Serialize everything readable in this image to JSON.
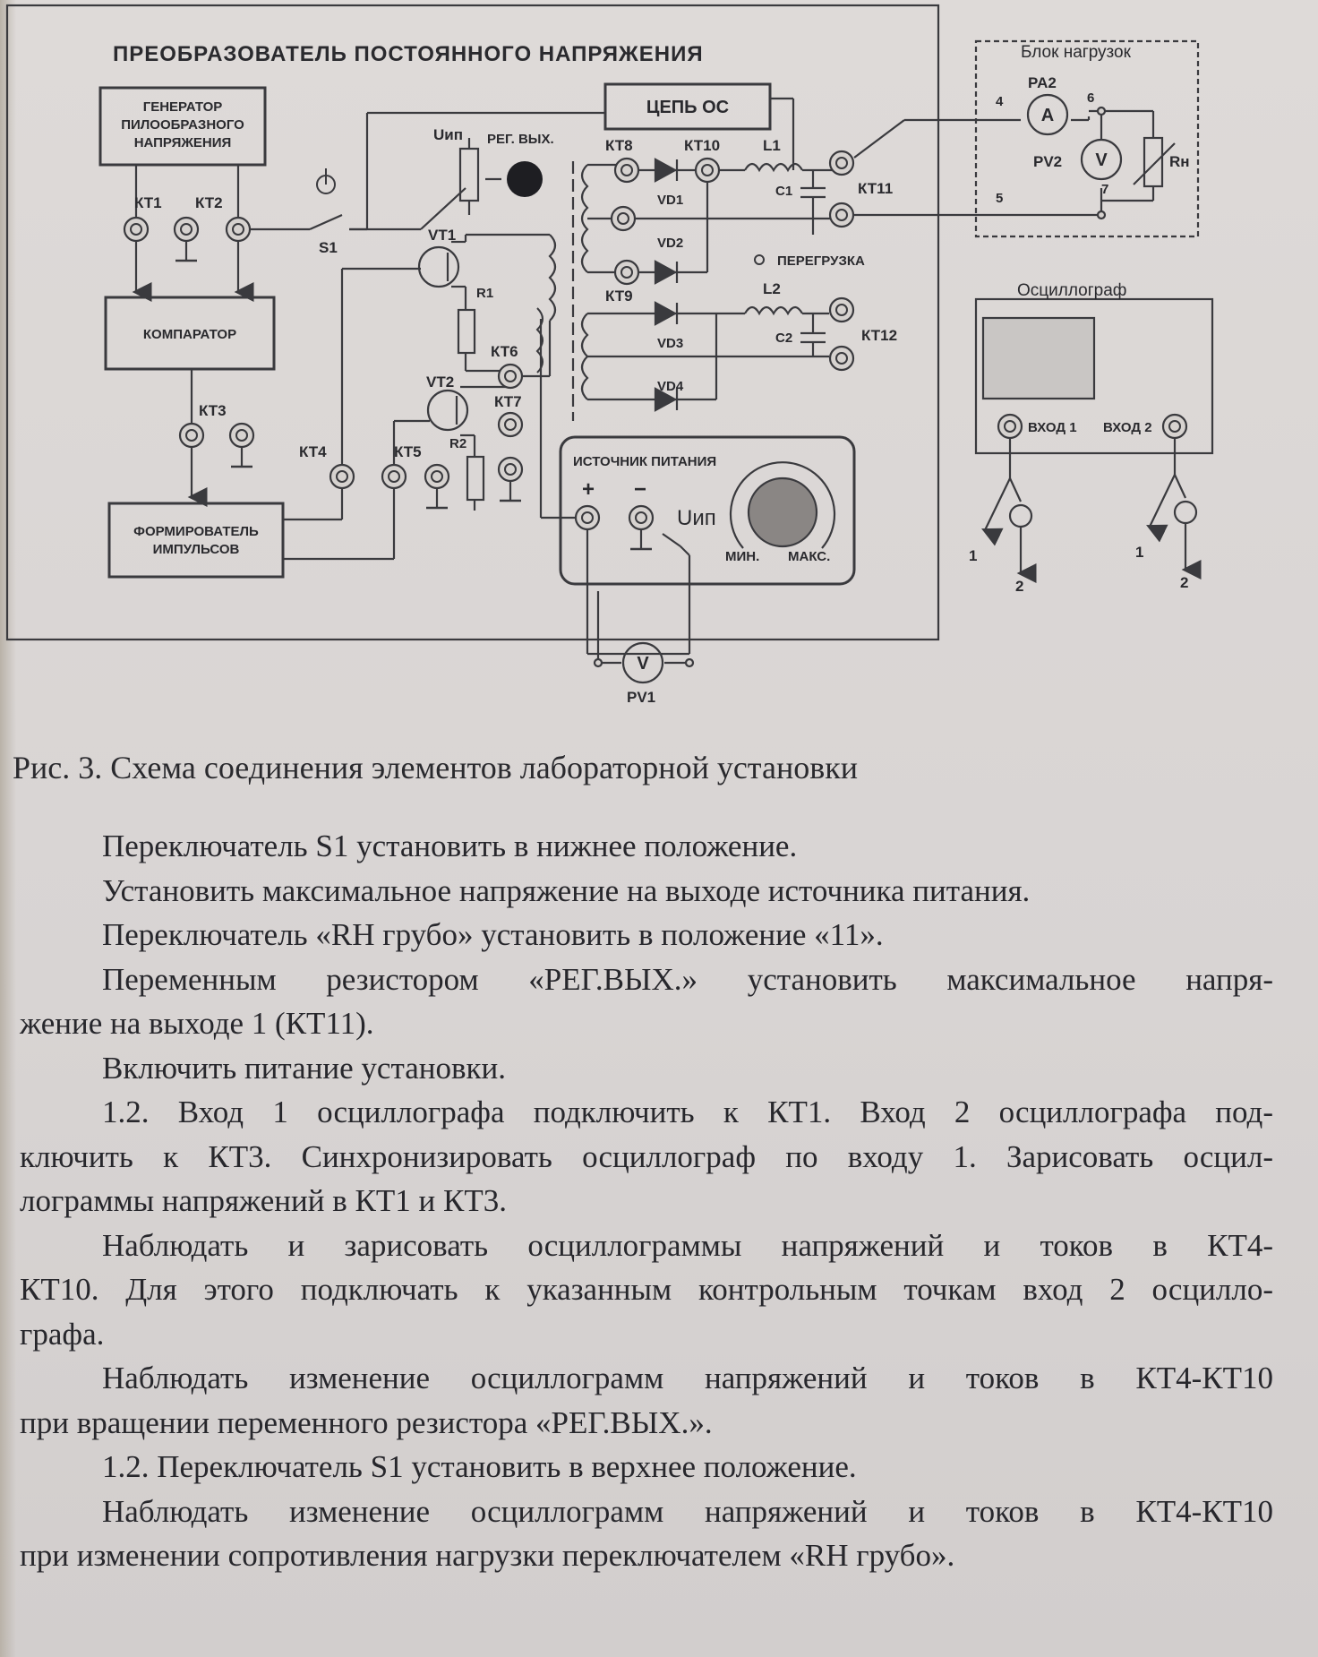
{
  "figure": {
    "title": "ПРЕОБРАЗОВАТЕЛЬ ПОСТОЯННОГО НАПРЯЖЕНИЯ",
    "blocks": {
      "generator": [
        "ГЕНЕРАТОР",
        "ПИЛООБРАЗНОГО",
        "НАПРЯЖЕНИЯ"
      ],
      "comparator": "КОМПАРАТОР",
      "pulse_former": [
        "ФОРМИРОВАТЕЛЬ",
        "ИМПУЛЬСОВ"
      ],
      "feedback": "ЦЕПЬ ОС",
      "power_supply": "ИСТОЧНИК ПИТАНИЯ",
      "load_block": "Блок нагрузок",
      "oscilloscope": "Осциллограф"
    },
    "labels": {
      "kt1": "КТ1",
      "kt2": "КТ2",
      "kt3": "КТ3",
      "kt4": "КТ4",
      "kt5": "КТ5",
      "kt6": "КТ6",
      "kt7": "КТ7",
      "kt8": "КТ8",
      "kt9": "КТ9",
      "kt10": "КТ10",
      "kt11": "КТ11",
      "kt12": "КТ12",
      "s1": "S1",
      "vt1": "VT1",
      "vt2": "VT2",
      "r1": "R1",
      "r2": "R2",
      "vd1": "VD1",
      "vd2": "VD2",
      "vd3": "VD3",
      "vd4": "VD4",
      "l1": "L1",
      "l2": "L2",
      "c1": "C1",
      "c2": "C2",
      "uip_top": "Uип",
      "reg_out": "РЕГ. ВЫХ.",
      "overload": "ПЕРЕГРУЗКА",
      "plus": "+",
      "minus": "−",
      "uip_supply": "Uип",
      "min": "МИН.",
      "max": "МАКС.",
      "pa2": "PA2",
      "a": "A",
      "pv2": "PV2",
      "v": "V",
      "rn": "Rн",
      "n4": "4",
      "n5": "5",
      "n6": "6",
      "n7": "7",
      "input1": "ВХОД 1",
      "input2": "ВХОД 2",
      "p1a": "1",
      "p2a": "2",
      "p1b": "1",
      "p2b": "2",
      "pv1": "PV1",
      "pv1_v": "V"
    }
  },
  "caption": "Рис. 3. Схема соединения элементов лабораторной установки",
  "instructions": [
    "Переключатель S1 установить в нижнее положение.",
    "Установить максимальное напряжение на выходе источника питания.",
    "Переключатель «RН грубо» установить в положение «11».",
    "Переменным резистором «РЕГ.ВЫХ.» установить максимальное напря-",
    "жение на выходе 1 (КТ11).",
    "Включить питание установки.",
    "1.2. Вход 1 осциллографа подключить к КТ1. Вход 2 осциллографа под-",
    "ключить к КТ3. Синхронизировать осциллограф по входу 1. Зарисовать осцил-",
    "лограммы напряжений в КТ1 и КТ3.",
    "Наблюдать и зарисовать осциллограммы напряжений и токов в КТ4-",
    "КТ10. Для этого подключать к указанным контрольным точкам вход 2 осцилло-",
    "графа.",
    "Наблюдать изменение осциллограмм напряжений и токов в КТ4-КТ10",
    "при вращении переменного резистора «РЕГ.ВЫХ.».",
    "1.2. Переключатель S1 установить в верхнее положение.",
    "Наблюдать изменение осциллограмм напряжений и токов в КТ4-КТ10",
    "при изменении сопротивления нагрузки переключателем «RН грубо»."
  ]
}
